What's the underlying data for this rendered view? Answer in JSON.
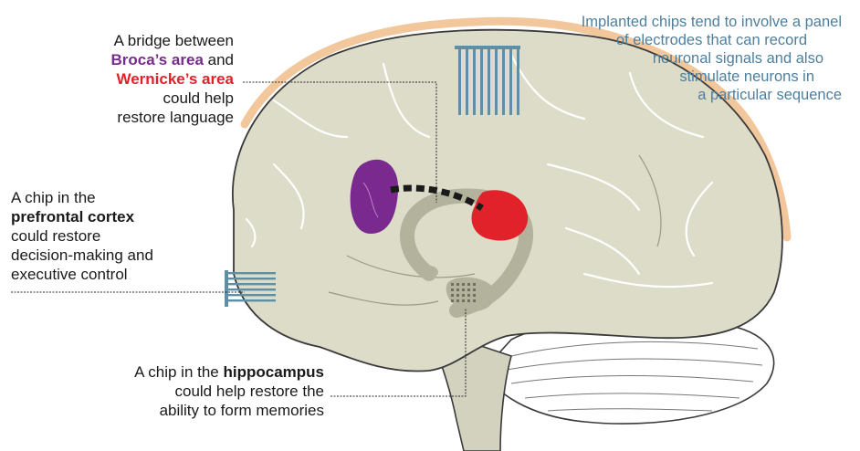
{
  "labels": {
    "bridge": {
      "line1": "A bridge between",
      "broca": "Broca’s area",
      "and": " and",
      "wernicke": "Wernicke’s area",
      "line3": "could help",
      "line4": "restore language"
    },
    "prefrontal": {
      "line1": "A chip in the",
      "bold": "prefrontal cortex",
      "line3": "could restore",
      "line4": "decision-making and",
      "line5": "executive control"
    },
    "hippocampus": {
      "pre": "A chip in the ",
      "bold": "hippocampus",
      "line2": "could help restore the",
      "line3": "ability to form memories"
    },
    "implant": {
      "line1": "Implanted chips tend to involve a panel",
      "line2": "of electrodes that can record",
      "line3": "neuronal signals and also",
      "line4": "stimulate neurons in",
      "line5": "a particular sequence"
    }
  },
  "colors": {
    "brain": "#dcdcc9",
    "brain_outline": "#3a3a3a",
    "skull_rim": "#f2c79b",
    "broca": "#7a2a8e",
    "wernicke": "#e2222a",
    "limbic": "#b3b39d",
    "electrode": "#5d8fa6",
    "implant_text": "#4f7f9c"
  }
}
